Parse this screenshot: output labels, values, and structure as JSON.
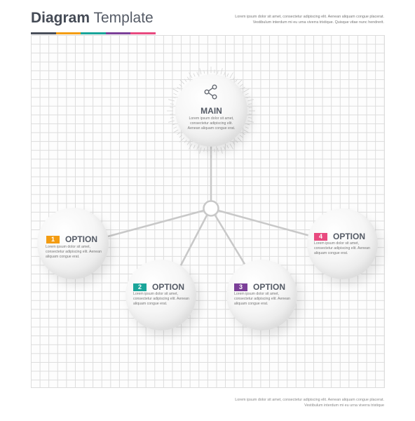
{
  "header": {
    "title_bold": "Diagram",
    "title_light": "Template",
    "description": "Lorem ipsum dolor sit amet, consectetur adipiscing elit. Aenean aliquam congue placerat. Vestibulum interdum mi eu urna viverra tristique. Quisque vitae nunc hendrerit.",
    "color_bar": [
      "#4a4f5a",
      "#f39c12",
      "#1aa59a",
      "#7b3f98",
      "#e84a7f"
    ]
  },
  "footer": {
    "description": "Lorem ipsum dolor sit amet, consectetur adipiscing elit. Aenean aliquam congue placerat. Vestibulum interdum mi eu urna viverra tristique"
  },
  "main": {
    "title": "MAIN",
    "description": "Lorem ipsum dolor sit amet, consectetur adipiscing elit. Aenean aliquam congue erat.",
    "icon": "share-icon"
  },
  "options": [
    {
      "number": "1",
      "title": "OPTION",
      "color": "#f39c12",
      "description": "Lorem ipsum dolor sit amet, consectetur adipiscing elit. Aenean aliquam congue erat."
    },
    {
      "number": "2",
      "title": "OPTION",
      "color": "#1aa59a",
      "description": "Lorem ipsum dolor sit amet, consectetur adipiscing elit. Aenean aliquam congue erat."
    },
    {
      "number": "3",
      "title": "OPTION",
      "color": "#7b3f98",
      "description": "Lorem ipsum dolor sit amet, consectetur adipiscing elit. Aenean aliquam congue erat."
    },
    {
      "number": "4",
      "title": "OPTION",
      "color": "#e84a7f",
      "description": "Lorem ipsum dolor sit amet, consectetur adipiscing elit. Aenean aliquam congue erat."
    }
  ]
}
